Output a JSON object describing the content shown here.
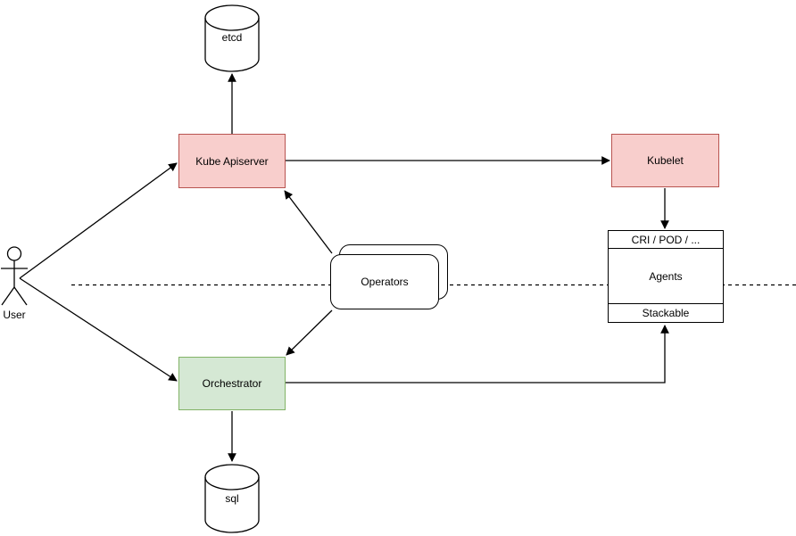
{
  "diagram": {
    "type": "architecture-diagram",
    "background": "#ffffff",
    "colors": {
      "pink_fill": "#f8cecc",
      "pink_border": "#b85450",
      "green_fill": "#d5e8d4",
      "green_border": "#82b366",
      "line": "#000000",
      "white_fill": "#ffffff"
    },
    "nodes": {
      "etcd": {
        "label": "etcd",
        "shape": "cylinder"
      },
      "kube_apiserver": {
        "label": "Kube Apiserver",
        "shape": "rectangle"
      },
      "kubelet": {
        "label": "Kubelet",
        "shape": "rectangle"
      },
      "operators": {
        "label": "Operators",
        "shape": "stacked-rounded-rectangle"
      },
      "orchestrator": {
        "label": "Orchestrator",
        "shape": "rectangle"
      },
      "agents_stack": {
        "header": "CRI / POD / ...",
        "body": "Agents",
        "footer": "Stackable",
        "shape": "uml-box"
      },
      "sql": {
        "label": "sql",
        "shape": "cylinder"
      },
      "user": {
        "label": "User",
        "shape": "actor"
      }
    },
    "edges": [
      {
        "from": "user",
        "to": "kube_apiserver",
        "arrow": "end"
      },
      {
        "from": "user",
        "to": "orchestrator",
        "arrow": "end"
      },
      {
        "from": "kube_apiserver",
        "to": "etcd",
        "arrow": "end"
      },
      {
        "from": "kube_apiserver",
        "to": "kubelet",
        "arrow": "end"
      },
      {
        "from": "kubelet",
        "to": "agents_stack",
        "arrow": "end"
      },
      {
        "from": "operators",
        "to": "kube_apiserver",
        "arrow": "end"
      },
      {
        "from": "operators",
        "to": "orchestrator",
        "arrow": "end"
      },
      {
        "from": "orchestrator",
        "to": "sql",
        "arrow": "end"
      },
      {
        "from": "orchestrator",
        "to": "agents_stack",
        "arrow": "end",
        "route": "orthogonal"
      },
      {
        "name": "plane-separator",
        "style": "dashed",
        "orientation": "horizontal"
      }
    ]
  }
}
